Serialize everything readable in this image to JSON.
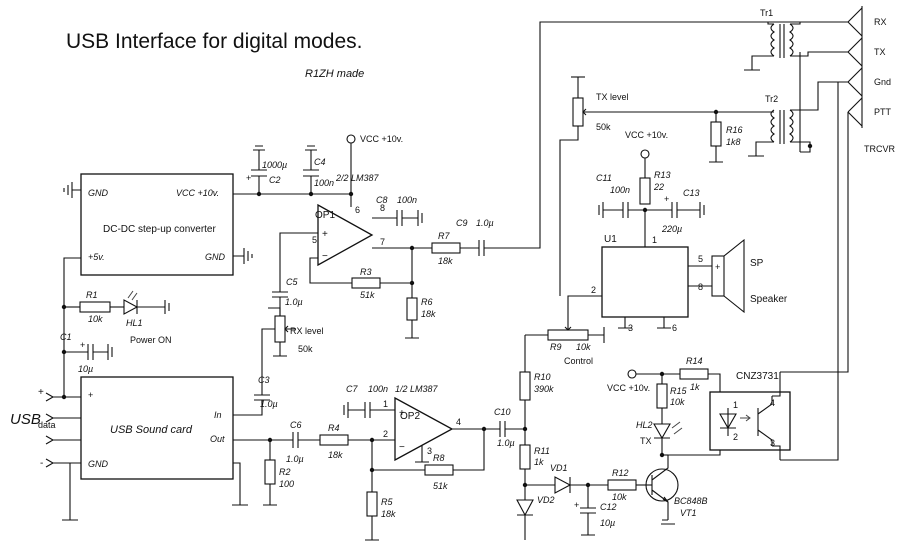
{
  "title": "USB Interface for digital modes.",
  "author": "R1ZH made",
  "blocks": {
    "dcdc": {
      "name": "DC-DC step-up converter",
      "gnd_left": "GND",
      "vcc": "VCC +10v.",
      "gnd_right": "GND",
      "plus5": "+5v."
    },
    "soundcard": {
      "name": "USB  Sound card",
      "plus": "+",
      "gnd": "GND",
      "in": "In",
      "out": "Out"
    },
    "u1": {
      "ref": "U1"
    },
    "transformers": {
      "tr1": "Tr1",
      "tr2": "Tr2"
    }
  },
  "connector": {
    "pins": [
      "RX",
      "TX",
      "Gnd",
      "PTT"
    ],
    "name": "TRCVR"
  },
  "usb": {
    "label": "USB",
    "plus": "+",
    "data": "data",
    "minus": "-"
  },
  "opamps": {
    "op1": "OP1",
    "op1_part": "2/2 LM387",
    "op2": "OP2",
    "op2_part": "1/2 LM387"
  },
  "components": {
    "r1": [
      "R1",
      "10k"
    ],
    "r2": [
      "R2",
      "100"
    ],
    "r3": [
      "R3",
      "51k"
    ],
    "r4": [
      "R4",
      "18k"
    ],
    "r5": [
      "R5",
      "18k"
    ],
    "r6": [
      "R6",
      "18k"
    ],
    "r7": [
      "R7",
      "18k"
    ],
    "r8": [
      "R8",
      "51k"
    ],
    "r10": [
      "R10",
      "390k"
    ],
    "r11": [
      "R11",
      "1k"
    ],
    "r12": [
      "R12",
      "10k"
    ],
    "r13": [
      "R13",
      "22"
    ],
    "r14": [
      "R14",
      "1k"
    ],
    "r15": [
      "R15",
      "10k"
    ],
    "r16": [
      "R16",
      "1k8"
    ],
    "c1": [
      "C1",
      "10µ"
    ],
    "c2": [
      "C2",
      "1000µ"
    ],
    "c3": [
      "C3",
      "1.0µ"
    ],
    "c4": [
      "C4",
      "100n"
    ],
    "c5": [
      "C5",
      "1.0µ"
    ],
    "c6": [
      "C6",
      "1.0µ"
    ],
    "c7": [
      "C7",
      "100n"
    ],
    "c8": [
      "C8",
      "100n"
    ],
    "c9": [
      "C9",
      "1.0µ"
    ],
    "c10": [
      "C10",
      "1.0µ"
    ],
    "c11": [
      "C11",
      "100n"
    ],
    "c12": [
      "C12",
      "10µ"
    ],
    "c13": [
      "C13",
      "220µ"
    ]
  },
  "pots": {
    "rx": [
      "RX level",
      "50k"
    ],
    "tx": [
      "TX level",
      "50k"
    ],
    "r9": [
      "R9",
      "10k",
      "Control"
    ]
  },
  "semis": {
    "hl1": "HL1",
    "power_on": "Power ON",
    "hl2": "HL2",
    "hl2_label": "TX",
    "vd1": "VD1",
    "vd2": "VD2",
    "vt1": [
      "BC848B",
      "VT1"
    ],
    "opto": "CNZ3731"
  },
  "supply": {
    "vcc1": "VCC +10v.",
    "vcc2": "VCC +10v.",
    "vcc3": "VCC +10v."
  },
  "speaker": {
    "sp": "SP",
    "name": "Speaker"
  },
  "pins": {
    "op1": {
      "p5": "5",
      "p6": "6",
      "p7": "7",
      "p8": "8"
    },
    "op2": {
      "p1": "1",
      "p2": "2",
      "p3": "3",
      "p4": "4"
    },
    "u1": {
      "p1": "1",
      "p2": "2",
      "p3": "3",
      "p5": "5",
      "p6": "6",
      "p8": "8"
    },
    "opto": {
      "p1": "1",
      "p2": "2",
      "p3": "3",
      "p4": "4"
    }
  }
}
